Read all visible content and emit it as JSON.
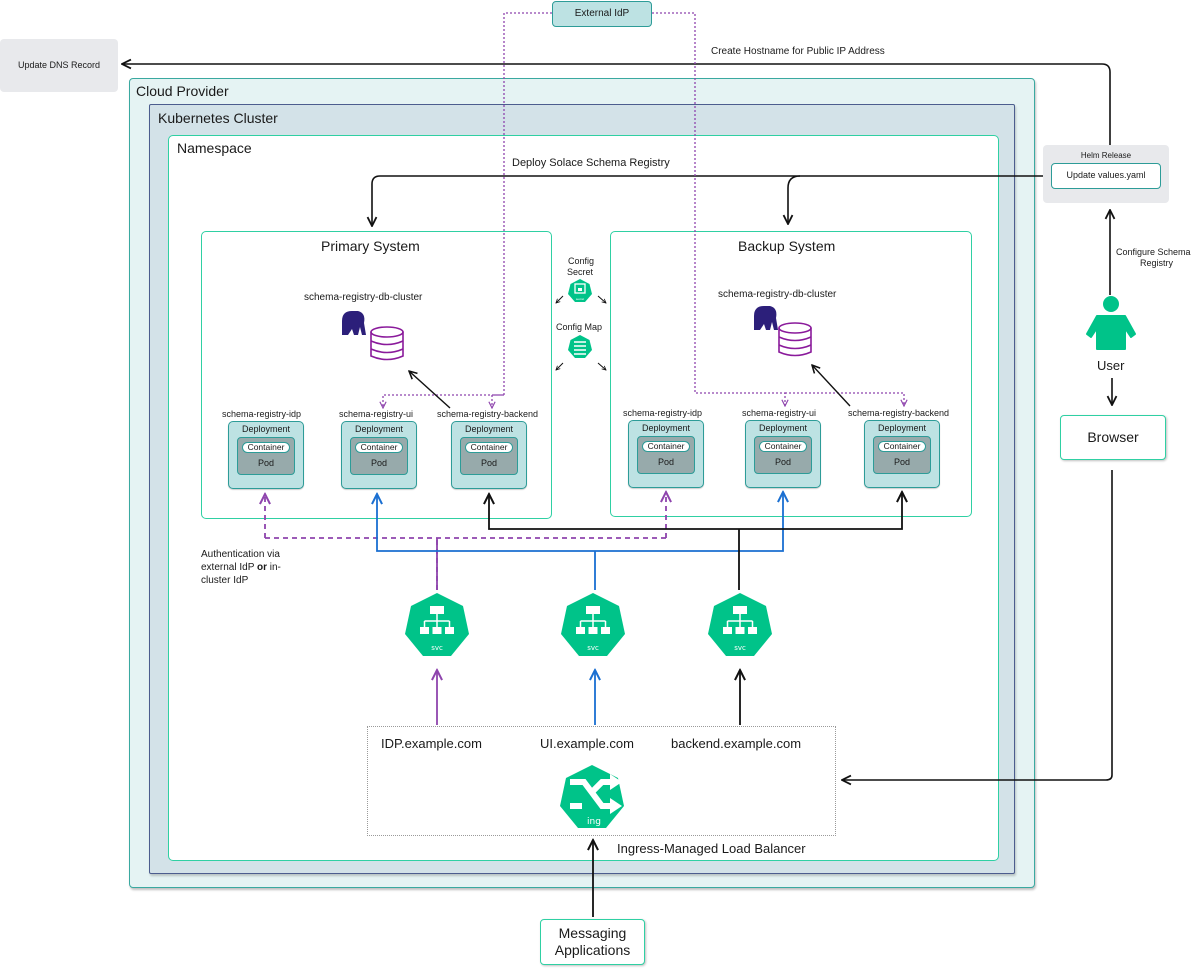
{
  "diagram": {
    "external_actions": {
      "update_dns": "Update DNS Record",
      "create_hostname": "Create Hostname for Public IP Address",
      "external_idp": "External IdP"
    },
    "containers": {
      "cloud_provider": "Cloud Provider",
      "kubernetes_cluster": "Kubernetes Cluster",
      "namespace": "Namespace"
    },
    "deploy_label": "Deploy Solace Schema Registry",
    "helm": {
      "title": "Helm Release",
      "values": "Update values.yaml",
      "configure": [
        "Configure Schema",
        "Registry"
      ]
    },
    "user": {
      "label": "User",
      "browser": "Browser"
    },
    "config": {
      "secret": [
        "Config",
        "Secret"
      ],
      "map": "Config Map"
    },
    "systems": [
      {
        "title": "Primary System",
        "db_cluster": "schema-registry-db-cluster",
        "deployments": [
          {
            "name": "schema-registry-idp",
            "deployment": "Deployment",
            "container": "Container",
            "pod": "Pod"
          },
          {
            "name": "schema-registry-ui",
            "deployment": "Deployment",
            "container": "Container",
            "pod": "Pod"
          },
          {
            "name": "schema-registry-backend",
            "deployment": "Deployment",
            "container": "Container",
            "pod": "Pod"
          }
        ]
      },
      {
        "title": "Backup System",
        "db_cluster": "schema-registry-db-cluster",
        "deployments": [
          {
            "name": "schema-registry-idp",
            "deployment": "Deployment",
            "container": "Container",
            "pod": "Pod"
          },
          {
            "name": "schema-registry-ui",
            "deployment": "Deployment",
            "container": "Container",
            "pod": "Pod"
          },
          {
            "name": "schema-registry-backend",
            "deployment": "Deployment",
            "container": "Container",
            "pod": "Pod"
          }
        ]
      }
    ],
    "auth_note": {
      "line1": "Authentication via",
      "line2_pre": "external IdP ",
      "line2_bold": "or",
      "line2_post": " in-",
      "line3": "cluster IdP"
    },
    "services": [
      {
        "icon": "svc",
        "color": "#8e44ad"
      },
      {
        "icon": "svc",
        "color": "#1a6fd1"
      },
      {
        "icon": "svc",
        "color": "#111111"
      }
    ],
    "hosts": [
      "IDP.example.com",
      "UI.example.com",
      "backend.example.com"
    ],
    "ingress": {
      "icon_label": "ing",
      "label": "Ingress-Managed Load Balancer"
    },
    "messaging_apps": [
      "Messaging",
      "Applications"
    ],
    "colors": {
      "teal_accent": "#2fd0a3",
      "icon_green": "#00c389",
      "idp_purple": "#8e44ad",
      "ui_blue": "#1a6fd1",
      "db_purple": "#8a1a9b",
      "elephant": "#2c1f7a"
    }
  }
}
